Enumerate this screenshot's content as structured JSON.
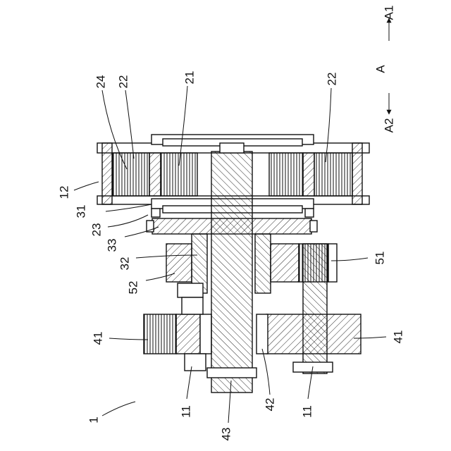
{
  "figure": {
    "direction": {
      "axis_label": "A",
      "end_top": "A1",
      "end_bottom": "A2"
    },
    "reference_labels": {
      "l1": "1",
      "l11a": "11",
      "l11b": "11",
      "l12": "12",
      "l21": "21",
      "l22a": "22",
      "l22b": "22",
      "l23": "23",
      "l24": "24",
      "l31": "31",
      "l32": "32",
      "l33": "33",
      "l41a": "41",
      "l41b": "41",
      "l42": "42",
      "l43": "43",
      "l51": "51",
      "l52": "52"
    }
  }
}
